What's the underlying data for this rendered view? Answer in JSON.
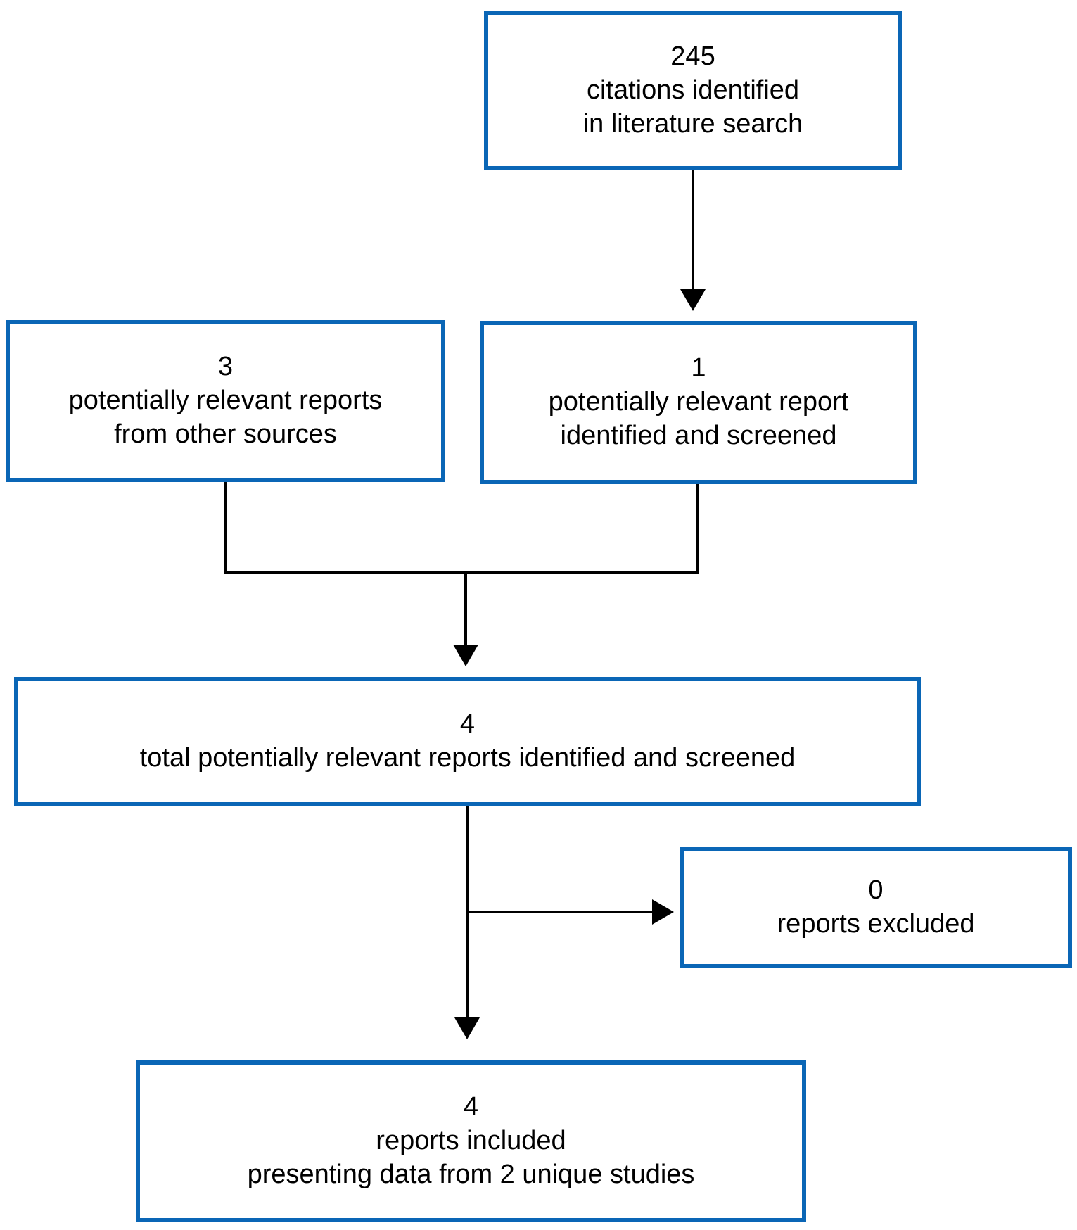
{
  "diagram": {
    "type": "flowchart",
    "description": "Literature search / study selection flow diagram",
    "colors": {
      "box_border": "#0a66b6",
      "connector": "#000000",
      "text": "#000000",
      "background": "#ffffff"
    },
    "nodes": {
      "citations": {
        "count": "245",
        "line1": "citations identified",
        "line2": "in literature search"
      },
      "other_sources": {
        "count": "3",
        "line1": "potentially relevant reports",
        "line2": "from other sources"
      },
      "screened": {
        "count": "1",
        "line1": "potentially relevant report",
        "line2": "identified and screened"
      },
      "total": {
        "count": "4",
        "line1": "total potentially relevant reports identified and screened"
      },
      "excluded": {
        "count": "0",
        "line1": "reports excluded"
      },
      "included": {
        "count": "4",
        "line1": "reports included",
        "line2": "presenting data from 2 unique studies"
      }
    },
    "edges": [
      {
        "from": "citations",
        "to": "screened"
      },
      {
        "from": "other_sources",
        "to": "total"
      },
      {
        "from": "screened",
        "to": "total"
      },
      {
        "from": "total",
        "to": "excluded"
      },
      {
        "from": "total",
        "to": "included"
      }
    ]
  }
}
